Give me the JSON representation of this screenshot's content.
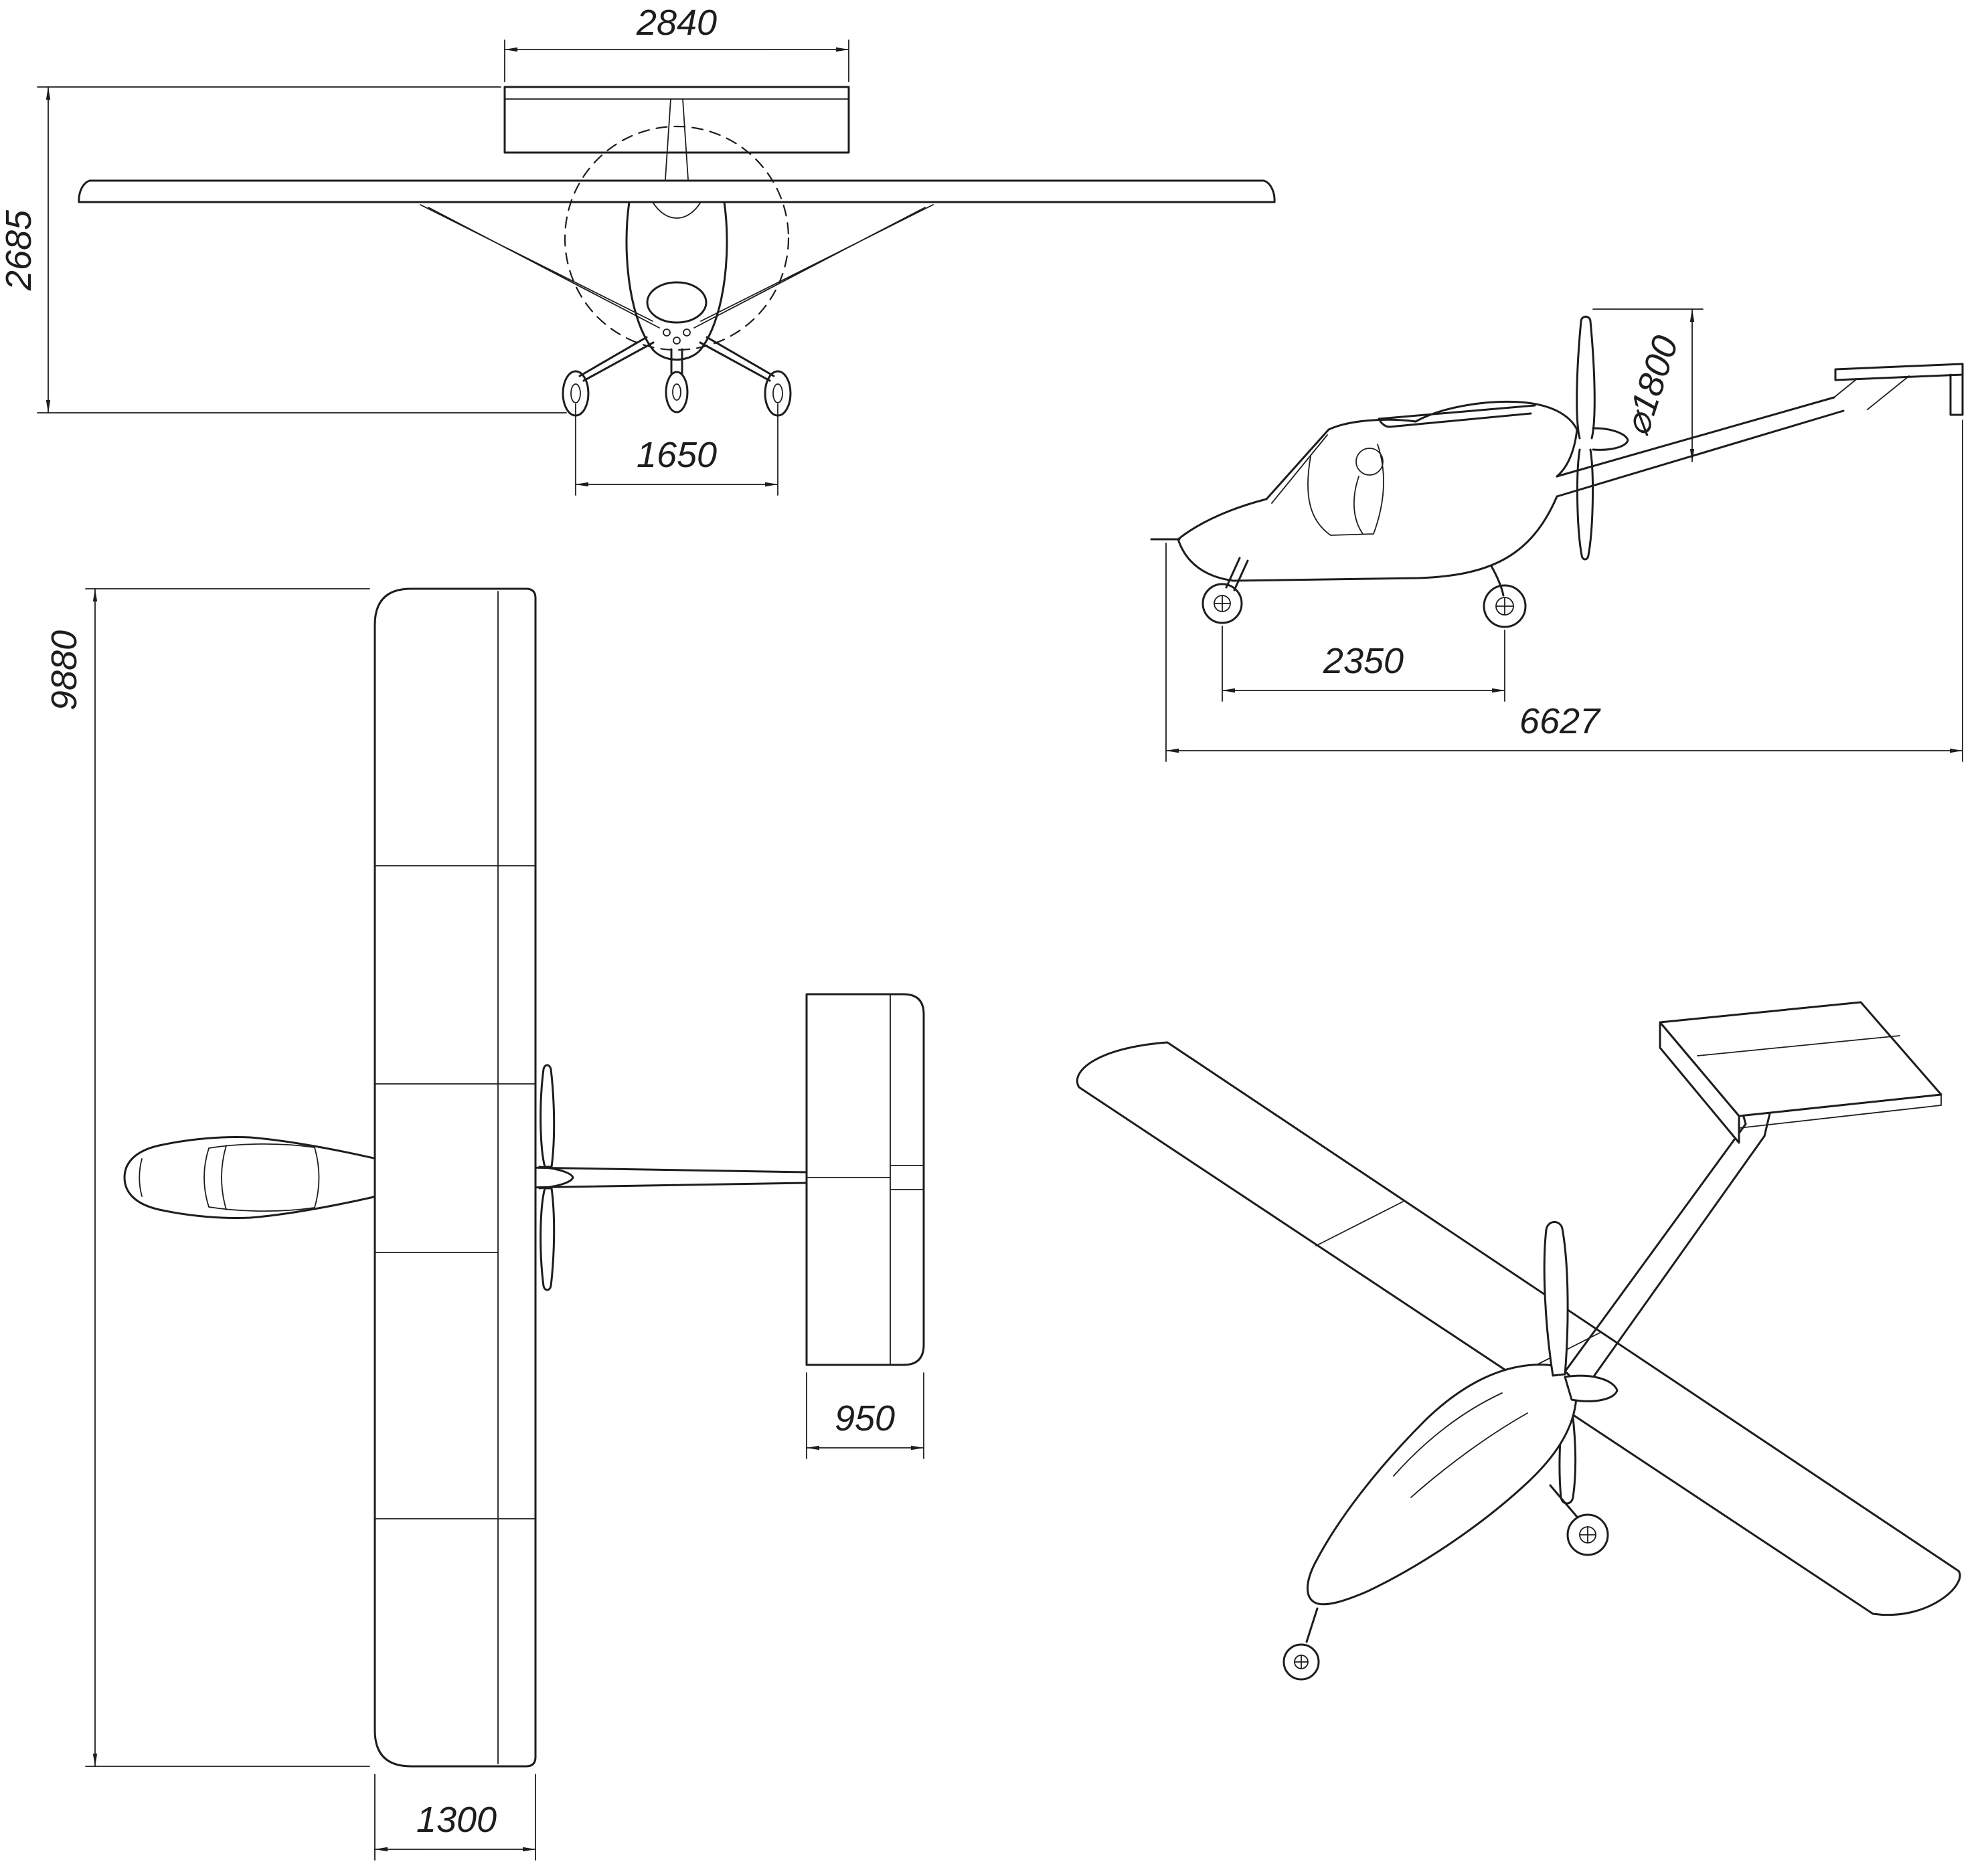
{
  "colors": {
    "line": "#1d1d1d",
    "background": "#ffffff"
  },
  "dimensions": {
    "front_tail_span": "2840",
    "front_height": "2685",
    "front_track": "1650",
    "side_prop_diameter": "⌀1800",
    "side_wheelbase": "2350",
    "side_length": "6627",
    "top_wingspan": "9880",
    "top_tail_chord": "950",
    "top_wing_chord": "1300"
  }
}
